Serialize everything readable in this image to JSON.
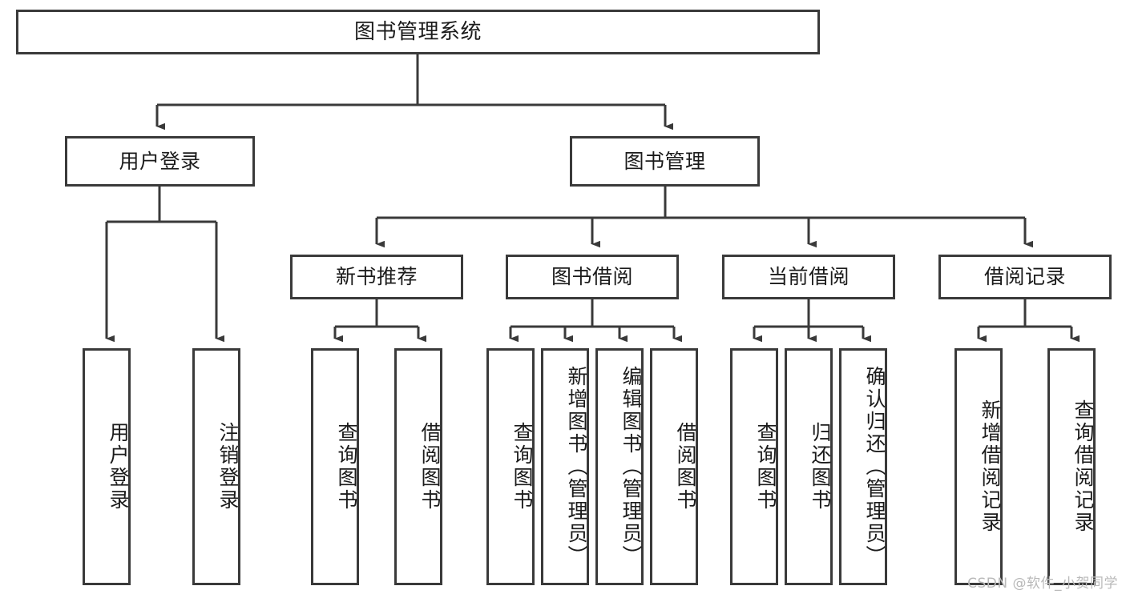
{
  "diagram": {
    "type": "tree-hierarchy",
    "title": "图书管理系统",
    "root": {
      "id": "root",
      "label": "图书管理系统"
    },
    "level2": [
      {
        "id": "user-login",
        "label": "用户登录"
      },
      {
        "id": "book-management",
        "label": "图书管理"
      }
    ],
    "level3": [
      {
        "id": "new-book-recommend",
        "label": "新书推荐",
        "parent": "book-management"
      },
      {
        "id": "book-borrow",
        "label": "图书借阅",
        "parent": "book-management"
      },
      {
        "id": "current-borrow",
        "label": "当前借阅",
        "parent": "book-management"
      },
      {
        "id": "borrow-record",
        "label": "借阅记录",
        "parent": "book-management"
      }
    ],
    "leaves": {
      "user_login": [
        {
          "id": "leaf-user-login",
          "label": "用户登录"
        },
        {
          "id": "leaf-user-logout",
          "label": "注销登录"
        }
      ],
      "new_book_recommend": [
        {
          "id": "leaf-query-book-1",
          "label": "查询图书"
        },
        {
          "id": "leaf-borrow-book-1",
          "label": "借阅图书"
        }
      ],
      "book_borrow": [
        {
          "id": "leaf-query-book-2",
          "label": "查询图书"
        },
        {
          "id": "leaf-add-book",
          "label": "新增图书（管理员）"
        },
        {
          "id": "leaf-edit-book",
          "label": "编辑图书（管理员）"
        },
        {
          "id": "leaf-borrow-book-2",
          "label": "借阅图书"
        }
      ],
      "current_borrow": [
        {
          "id": "leaf-query-book-3",
          "label": "查询图书"
        },
        {
          "id": "leaf-return-book",
          "label": "归还图书"
        },
        {
          "id": "leaf-confirm-return",
          "label": "确认归还（管理员）"
        }
      ],
      "borrow_record": [
        {
          "id": "leaf-add-record",
          "label": "新增借阅记录"
        },
        {
          "id": "leaf-query-record",
          "label": "查询借阅记录"
        }
      ]
    },
    "colors": {
      "stroke": "#3a3a3a",
      "fill": "#ffffff",
      "text": "#1b1b1b",
      "watermark": "#b9b9b9"
    }
  },
  "watermark": {
    "text": "CSDN @软件_小贺同学"
  }
}
